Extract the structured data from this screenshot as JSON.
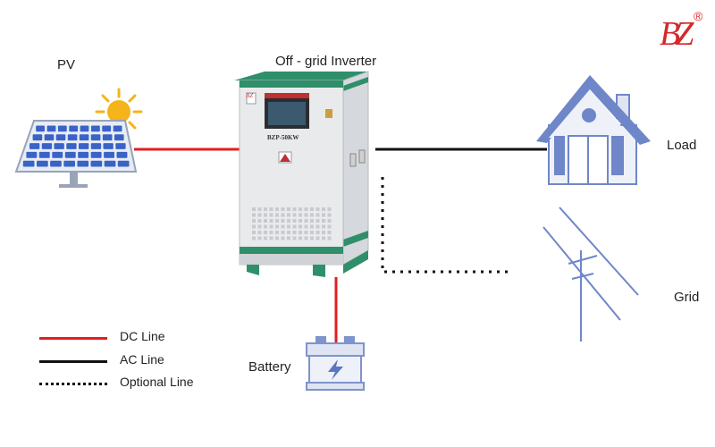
{
  "labels": {
    "pv": "PV",
    "inverter": "Off - grid  Inverter",
    "load": "Load",
    "grid": "Grid",
    "battery": "Battery"
  },
  "legend": [
    {
      "label": "DC  Line",
      "color": "#e02020",
      "style": "solid"
    },
    {
      "label": "AC Line",
      "color": "#111111",
      "style": "solid"
    },
    {
      "label": "Optional Line",
      "color": "#111111",
      "style": "dotted"
    }
  ],
  "inverter_panel": {
    "model": "BZP-50KW",
    "logo": "BZ"
  },
  "brand": {
    "logo": "BZ",
    "mark": "®",
    "color": "#d42a2a"
  },
  "colors": {
    "dc_line": "#e02020",
    "ac_line": "#111111",
    "cabinet_body": "#e9eaec",
    "cabinet_trim": "#2f8f6a",
    "panel_blue": "#3a63c8",
    "house_blue": "#6f86c9",
    "sun": "#f4b41a",
    "battery_blue": "#7f93cc"
  },
  "icons": [
    "solar-panel-icon",
    "sun-icon",
    "inverter-cabinet-icon",
    "house-icon",
    "utility-pole-icon",
    "battery-icon",
    "lightning-icon",
    "warning-icon"
  ]
}
